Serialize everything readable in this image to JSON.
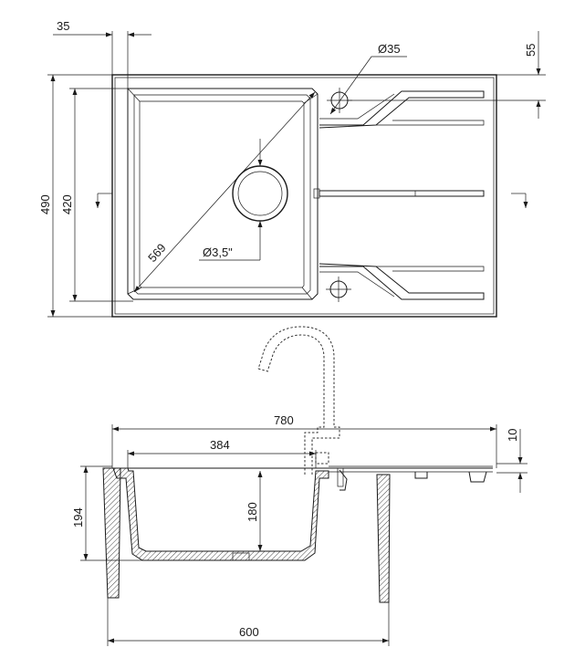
{
  "top_view": {
    "dim_overall_depth": "490",
    "dim_bowl_depth": "420",
    "dim_edge_offset": "35",
    "dim_tap_offset": "55",
    "dim_tap_hole": "Ø35",
    "dim_waste_hole": "Ø3,5\"",
    "dim_diagonal": "569"
  },
  "side_view": {
    "dim_overall_width": "780",
    "dim_bowl_width": "384",
    "dim_bowl_inner_depth": "180",
    "dim_total_depth": "194",
    "dim_rim": "10",
    "dim_cabinet": "600"
  }
}
